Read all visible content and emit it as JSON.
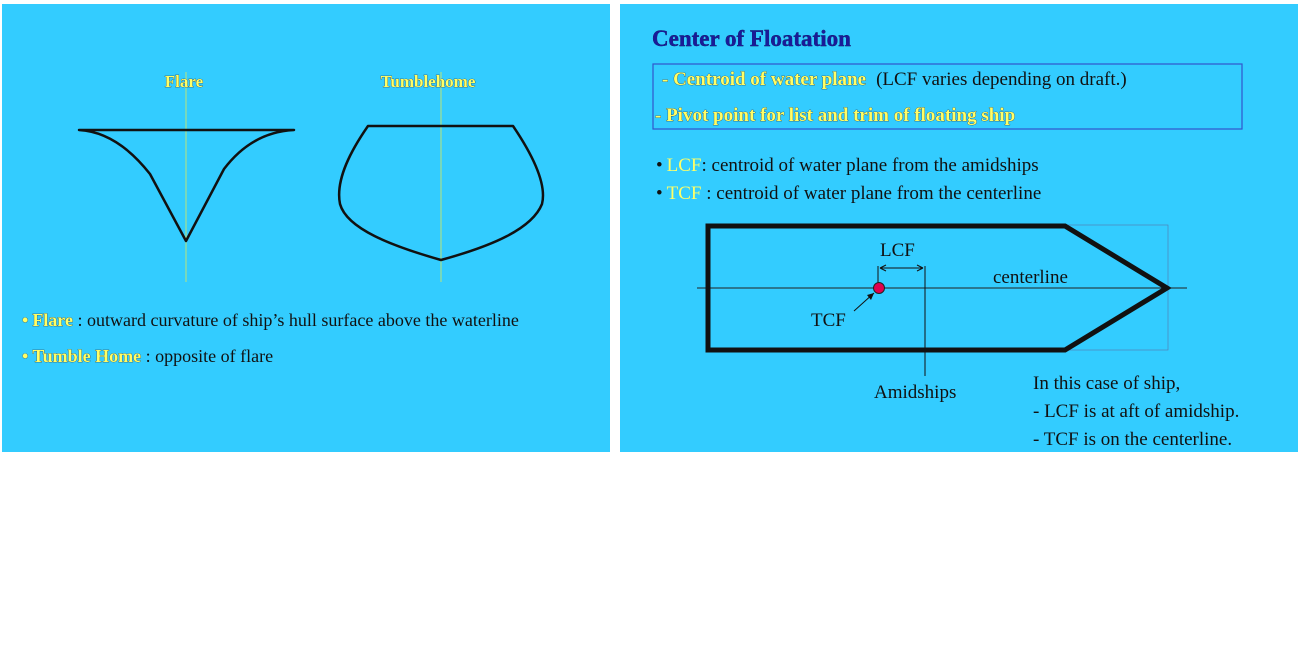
{
  "left_slide": {
    "label_flare": "Flare",
    "label_tumblehome": "Tumblehome",
    "bullet1": {
      "bullet": "•",
      "term": "Flare",
      "text": " : outward curvature  of ship’s hull surface above the waterline"
    },
    "bullet2": {
      "bullet": "•",
      "term": "Tumble Home",
      "text": " : opposite of flare"
    }
  },
  "right_slide": {
    "title": "Center of Floatation",
    "box": {
      "line1_term": "- Centroid of water plane",
      "line1_note": "(LCF varies depending on draft.)",
      "line2": "- Pivot point for list and trim of floating ship"
    },
    "bullets": [
      {
        "bullet": "•",
        "term": "LCF",
        "text": ": centroid of water plane from the amidships"
      },
      {
        "bullet": "•",
        "term": "TCF",
        "text": " : centroid of water plane from the centerline"
      }
    ],
    "diagram": {
      "lcf": "LCF",
      "centerline": "centerline",
      "tcf": "TCF",
      "amidships": "Amidships"
    },
    "note": {
      "line1": "In this case of ship,",
      "line2": "- LCF is at aft of amidship.",
      "line3": "- TCF is on the centerline."
    }
  },
  "colors": {
    "slide_background": "#33ccff",
    "emphasis_text": "#ffff66",
    "title_text": "#1a1a99",
    "tcf_marker": "#e0004d",
    "box_border": "#3355cc"
  }
}
